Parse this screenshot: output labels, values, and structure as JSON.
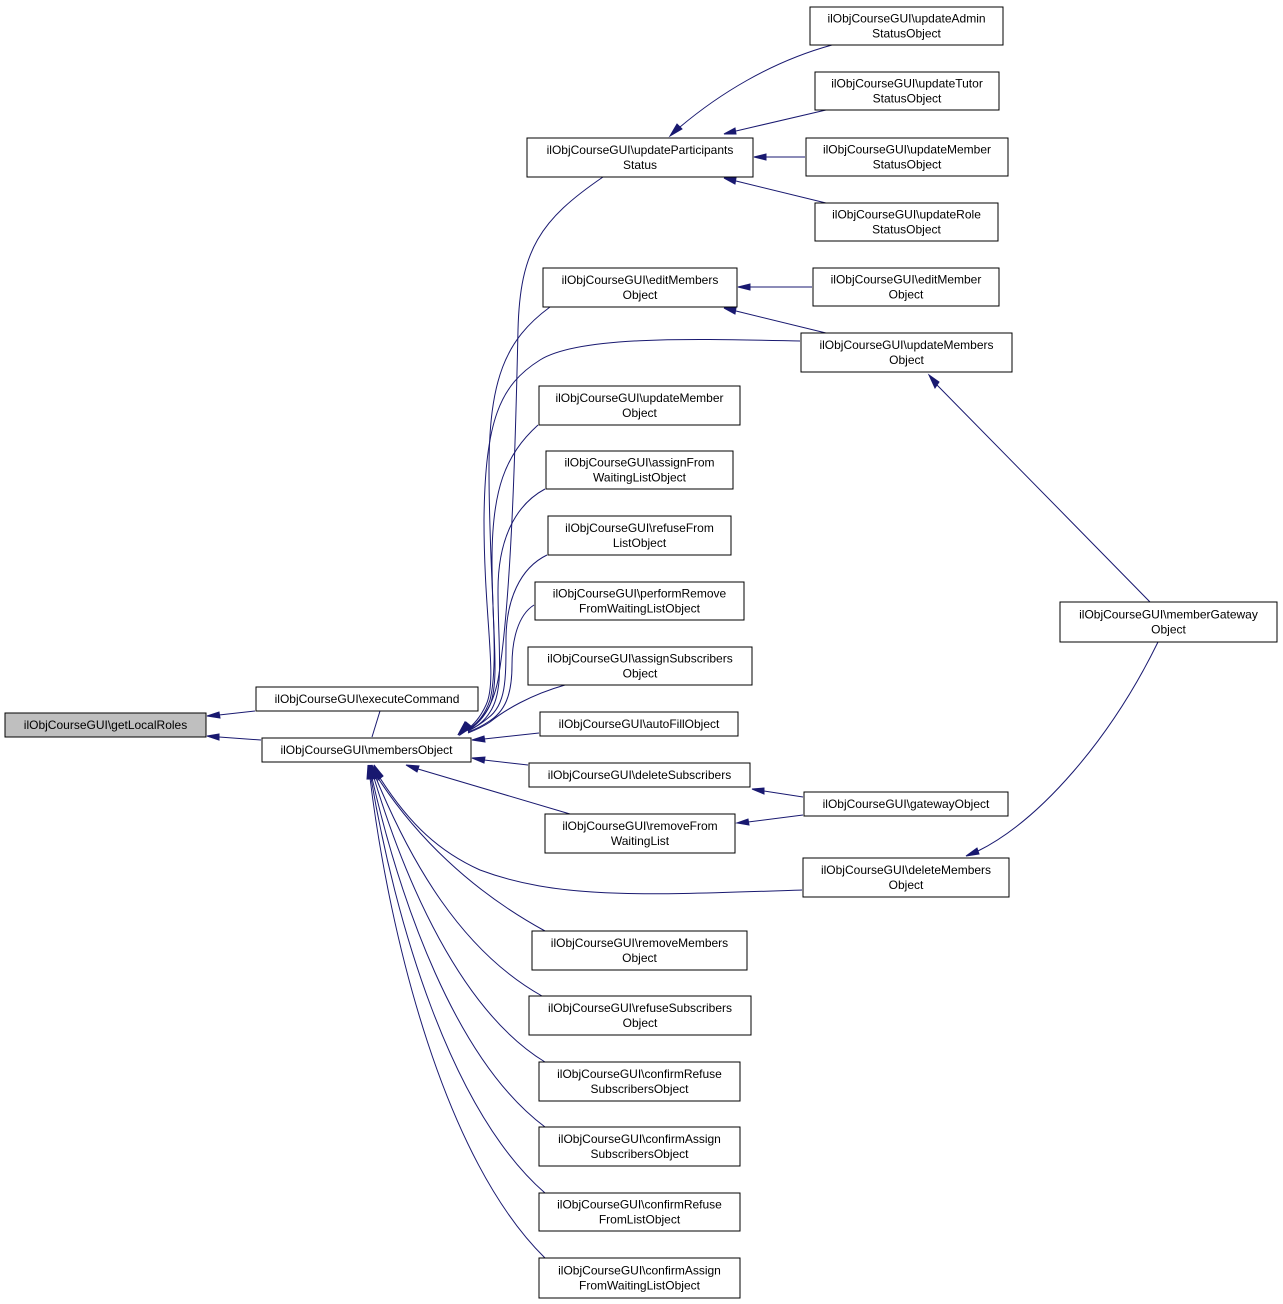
{
  "nodes": {
    "getLocalRoles": [
      "ilObjCourseGUI\\getLocalRoles"
    ],
    "executeCommand": [
      "ilObjCourseGUI\\executeCommand"
    ],
    "membersObject": [
      "ilObjCourseGUI\\membersObject"
    ],
    "updateParticipantsStatus": [
      "ilObjCourseGUI\\updateParticipants",
      "Status"
    ],
    "updateAdminStatusObject": [
      "ilObjCourseGUI\\updateAdmin",
      "StatusObject"
    ],
    "updateTutorStatusObject": [
      "ilObjCourseGUI\\updateTutor",
      "StatusObject"
    ],
    "updateMemberStatusObject": [
      "ilObjCourseGUI\\updateMember",
      "StatusObject"
    ],
    "updateRoleStatusObject": [
      "ilObjCourseGUI\\updateRole",
      "StatusObject"
    ],
    "editMembersObject": [
      "ilObjCourseGUI\\editMembers",
      "Object"
    ],
    "editMemberObject": [
      "ilObjCourseGUI\\editMember",
      "Object"
    ],
    "updateMembersObject": [
      "ilObjCourseGUI\\updateMembers",
      "Object"
    ],
    "updateMemberObject": [
      "ilObjCourseGUI\\updateMember",
      "Object"
    ],
    "assignFromWaitingListObject": [
      "ilObjCourseGUI\\assignFrom",
      "WaitingListObject"
    ],
    "refuseFromListObject": [
      "ilObjCourseGUI\\refuseFrom",
      "ListObject"
    ],
    "performRemoveFromWaitingListObject": [
      "ilObjCourseGUI\\performRemove",
      "FromWaitingListObject"
    ],
    "assignSubscribersObject": [
      "ilObjCourseGUI\\assignSubscribers",
      "Object"
    ],
    "autoFillObject": [
      "ilObjCourseGUI\\autoFillObject"
    ],
    "deleteSubscribers": [
      "ilObjCourseGUI\\deleteSubscribers"
    ],
    "removeFromWaitingList": [
      "ilObjCourseGUI\\removeFrom",
      "WaitingList"
    ],
    "deleteMembersObject": [
      "ilObjCourseGUI\\deleteMembers",
      "Object"
    ],
    "gatewayObject": [
      "ilObjCourseGUI\\gatewayObject"
    ],
    "memberGatewayObject": [
      "ilObjCourseGUI\\memberGateway",
      "Object"
    ],
    "removeMembersObject": [
      "ilObjCourseGUI\\removeMembers",
      "Object"
    ],
    "refuseSubscribersObject": [
      "ilObjCourseGUI\\refuseSubscribers",
      "Object"
    ],
    "confirmRefuseSubscribersObject": [
      "ilObjCourseGUI\\confirmRefuse",
      "SubscribersObject"
    ],
    "confirmAssignSubscribersObject": [
      "ilObjCourseGUI\\confirmAssign",
      "SubscribersObject"
    ],
    "confirmRefuseFromListObject": [
      "ilObjCourseGUI\\confirmRefuse",
      "FromListObject"
    ],
    "confirmAssignFromWaitingListObject": [
      "ilObjCourseGUI\\confirmAssign",
      "FromWaitingListObject"
    ]
  },
  "edges": [
    [
      "executeCommand",
      "getLocalRoles"
    ],
    [
      "membersObject",
      "getLocalRoles"
    ],
    [
      "executeCommand",
      "membersObject"
    ],
    [
      "updateParticipantsStatus",
      "membersObject"
    ],
    [
      "editMembersObject",
      "membersObject"
    ],
    [
      "updateMembersObject",
      "membersObject"
    ],
    [
      "updateMemberObject",
      "membersObject"
    ],
    [
      "assignFromWaitingListObject",
      "membersObject"
    ],
    [
      "refuseFromListObject",
      "membersObject"
    ],
    [
      "performRemoveFromWaitingListObject",
      "membersObject"
    ],
    [
      "assignSubscribersObject",
      "membersObject"
    ],
    [
      "autoFillObject",
      "membersObject"
    ],
    [
      "deleteSubscribers",
      "membersObject"
    ],
    [
      "removeFromWaitingList",
      "membersObject"
    ],
    [
      "deleteMembersObject",
      "membersObject"
    ],
    [
      "removeMembersObject",
      "membersObject"
    ],
    [
      "refuseSubscribersObject",
      "membersObject"
    ],
    [
      "confirmRefuseSubscribersObject",
      "membersObject"
    ],
    [
      "confirmAssignSubscribersObject",
      "membersObject"
    ],
    [
      "confirmRefuseFromListObject",
      "membersObject"
    ],
    [
      "confirmAssignFromWaitingListObject",
      "membersObject"
    ],
    [
      "updateAdminStatusObject",
      "updateParticipantsStatus"
    ],
    [
      "updateTutorStatusObject",
      "updateParticipantsStatus"
    ],
    [
      "updateMemberStatusObject",
      "updateParticipantsStatus"
    ],
    [
      "updateRoleStatusObject",
      "updateParticipantsStatus"
    ],
    [
      "editMemberObject",
      "editMembersObject"
    ],
    [
      "updateMembersObject",
      "editMembersObject"
    ],
    [
      "memberGatewayObject",
      "updateMembersObject"
    ],
    [
      "gatewayObject",
      "deleteSubscribers"
    ],
    [
      "gatewayObject",
      "removeFromWaitingList"
    ],
    [
      "memberGatewayObject",
      "deleteMembersObject"
    ]
  ],
  "colors": {
    "edge": "#191970",
    "root_fill": "#bfbfbf",
    "node_fill": "#ffffff",
    "node_stroke": "#000000"
  }
}
